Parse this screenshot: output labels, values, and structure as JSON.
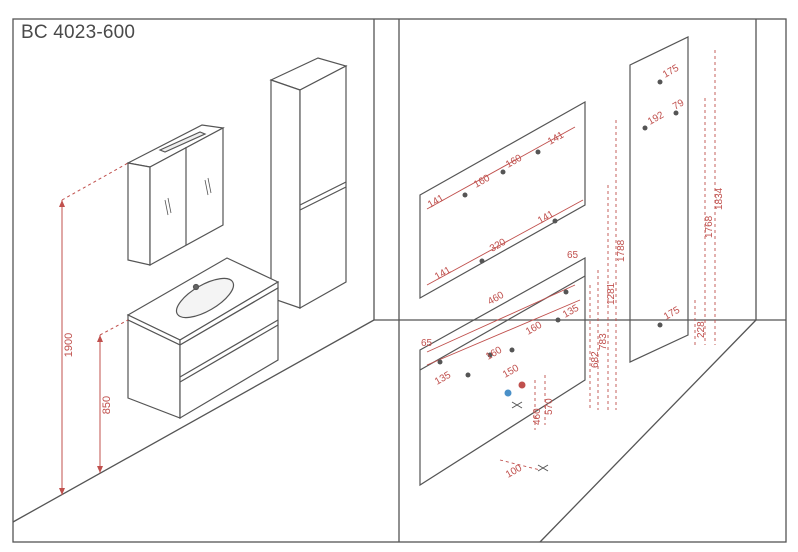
{
  "title": "BC 4023-600",
  "colors": {
    "line": "#555555",
    "dim": "#c0504d",
    "water_cold": "#4a90c8",
    "water_hot": "#c0504d"
  },
  "left_panel": {
    "dims": {
      "cabinet_height": "1900",
      "vanity_height": "850"
    }
  },
  "right_panel": {
    "mirror_dims": {
      "a": "141",
      "b": "160",
      "c": "160",
      "d": "141",
      "e": "141",
      "f": "320",
      "g": "141"
    },
    "vanity_dims": {
      "top": "65",
      "left": "65",
      "width": "460",
      "h1": "135",
      "h2": "160",
      "h3": "160",
      "h4": "135"
    },
    "plumbing_dims": {
      "offset": "150",
      "h_low": "460",
      "h_high": "570",
      "drain": "100"
    },
    "vertical_dims": {
      "v1": "682",
      "v2": "783",
      "v3": "1281",
      "v4": "1788"
    },
    "column_dims": {
      "top": "175",
      "w1": "192",
      "w2": "79",
      "bottom": "175",
      "v_low": "228",
      "v_mid": "1768",
      "v_high": "1834"
    }
  }
}
